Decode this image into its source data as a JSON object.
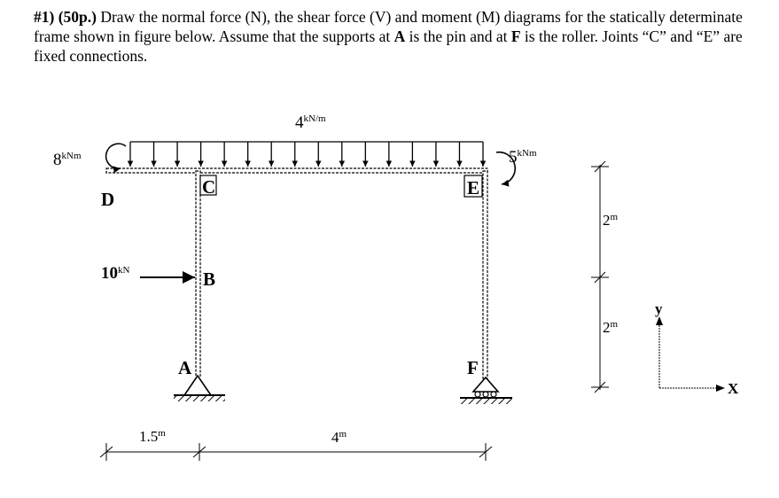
{
  "problem": {
    "number": "#1)",
    "points": "(50p.)",
    "text_1": " Draw the normal force (N), the shear force (V) and moment (M) diagrams for the statically determinate frame shown in figure below. Assume that the supports at ",
    "support_a": "A",
    "text_2": " is the pin and at ",
    "support_f": "F",
    "text_3": " is the roller. Joints “C” and “E” are fixed connections."
  },
  "diagram": {
    "dist_load": {
      "value": "4",
      "unit": "kN/m"
    },
    "moment_left": {
      "value": "8",
      "unit": "kNm"
    },
    "moment_right": {
      "value": "5",
      "unit": "kNm"
    },
    "point_load": {
      "value": "10",
      "unit": "kN"
    },
    "joints": {
      "A": "A",
      "B": "B",
      "C": "C",
      "D": "D",
      "E": "E",
      "F": "F"
    },
    "dims": {
      "h1": {
        "value": "1.5",
        "unit": "m"
      },
      "h2": {
        "value": "4",
        "unit": "m"
      },
      "v1": {
        "value": "2",
        "unit": "m"
      },
      "v2": {
        "value": "2",
        "unit": "m"
      }
    },
    "axes": {
      "x": "X",
      "y": "y"
    }
  }
}
